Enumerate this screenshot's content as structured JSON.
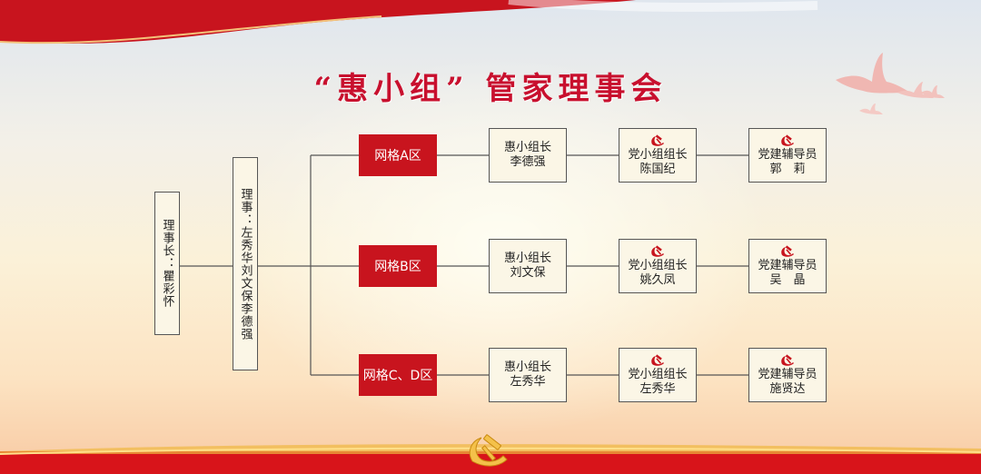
{
  "title": "“惠小组” 管家理事会",
  "chairman": "理事长：瞿彩怀",
  "directors": {
    "col1": "理事：左秀华",
    "col2": "刘文保",
    "col3": "李德强"
  },
  "grids": [
    {
      "name": "网格A区",
      "leader_title": "惠小组长",
      "leader": "李德强",
      "party_title": "党小组组长",
      "party": "陈国纪",
      "advisor_title": "党建辅导员",
      "advisor": "郭　莉"
    },
    {
      "name": "网格B区",
      "leader_title": "惠小组长",
      "leader": "刘文保",
      "party_title": "党小组组长",
      "party": "姚久凤",
      "advisor_title": "党建辅导员",
      "advisor": "吴　晶"
    },
    {
      "name": "网格C、D区",
      "leader_title": "惠小组长",
      "leader": "左秀华",
      "party_title": "党小组组长",
      "party": "左秀华",
      "advisor_title": "党建辅导员",
      "advisor": "施贤达"
    }
  ],
  "icons": [
    "hammer-sickle-icon",
    "dove-icon"
  ],
  "colors": {
    "accent_red": "#c8141e",
    "title_red": "#c8102e",
    "box_bg": "#fbf6e6"
  }
}
